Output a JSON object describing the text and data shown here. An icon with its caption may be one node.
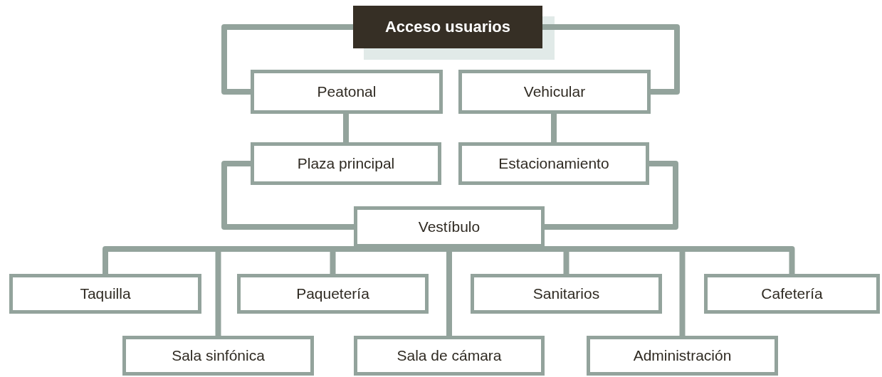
{
  "diagram": {
    "nodes": [
      {
        "text": [
          "Acceso usuarios"
        ]
      },
      {
        "text": [
          "Peatonal"
        ]
      },
      {
        "text": [
          "Vehicular"
        ]
      },
      {
        "text": [
          "Plaza principal"
        ]
      },
      {
        "text": [
          "Estacionamiento"
        ]
      },
      {
        "text": [
          "Vestíbulo"
        ]
      },
      {
        "text": [
          "Taquilla"
        ]
      },
      {
        "text": [
          "Paquetería"
        ]
      },
      {
        "text": [
          "Sanitarios"
        ]
      },
      {
        "text": [
          "Cafetería"
        ]
      },
      {
        "text": [
          "Sala sinfónica"
        ]
      },
      {
        "text": [
          "Sala de cámara"
        ]
      },
      {
        "text": [
          "Administración"
        ]
      }
    ],
    "edges": [
      {
        "from": 0,
        "to": 1,
        "arrow": "none"
      },
      {
        "from": 0,
        "to": 2,
        "arrow": "none"
      },
      {
        "from": 1,
        "to": 3,
        "arrow": "none"
      },
      {
        "from": 2,
        "to": 4,
        "arrow": "none"
      },
      {
        "from": 3,
        "to": 5,
        "arrow": "none"
      },
      {
        "from": 4,
        "to": 5,
        "arrow": "none"
      },
      {
        "from": 5,
        "to": 6,
        "arrow": "none"
      },
      {
        "from": 5,
        "to": 10,
        "arrow": "none"
      },
      {
        "from": 5,
        "to": 7,
        "arrow": "none"
      },
      {
        "from": 5,
        "to": 11,
        "arrow": "none"
      },
      {
        "from": 5,
        "to": 8,
        "arrow": "none"
      },
      {
        "from": 5,
        "to": 12,
        "arrow": "none"
      },
      {
        "from": 5,
        "to": 9,
        "arrow": "none"
      }
    ]
  }
}
